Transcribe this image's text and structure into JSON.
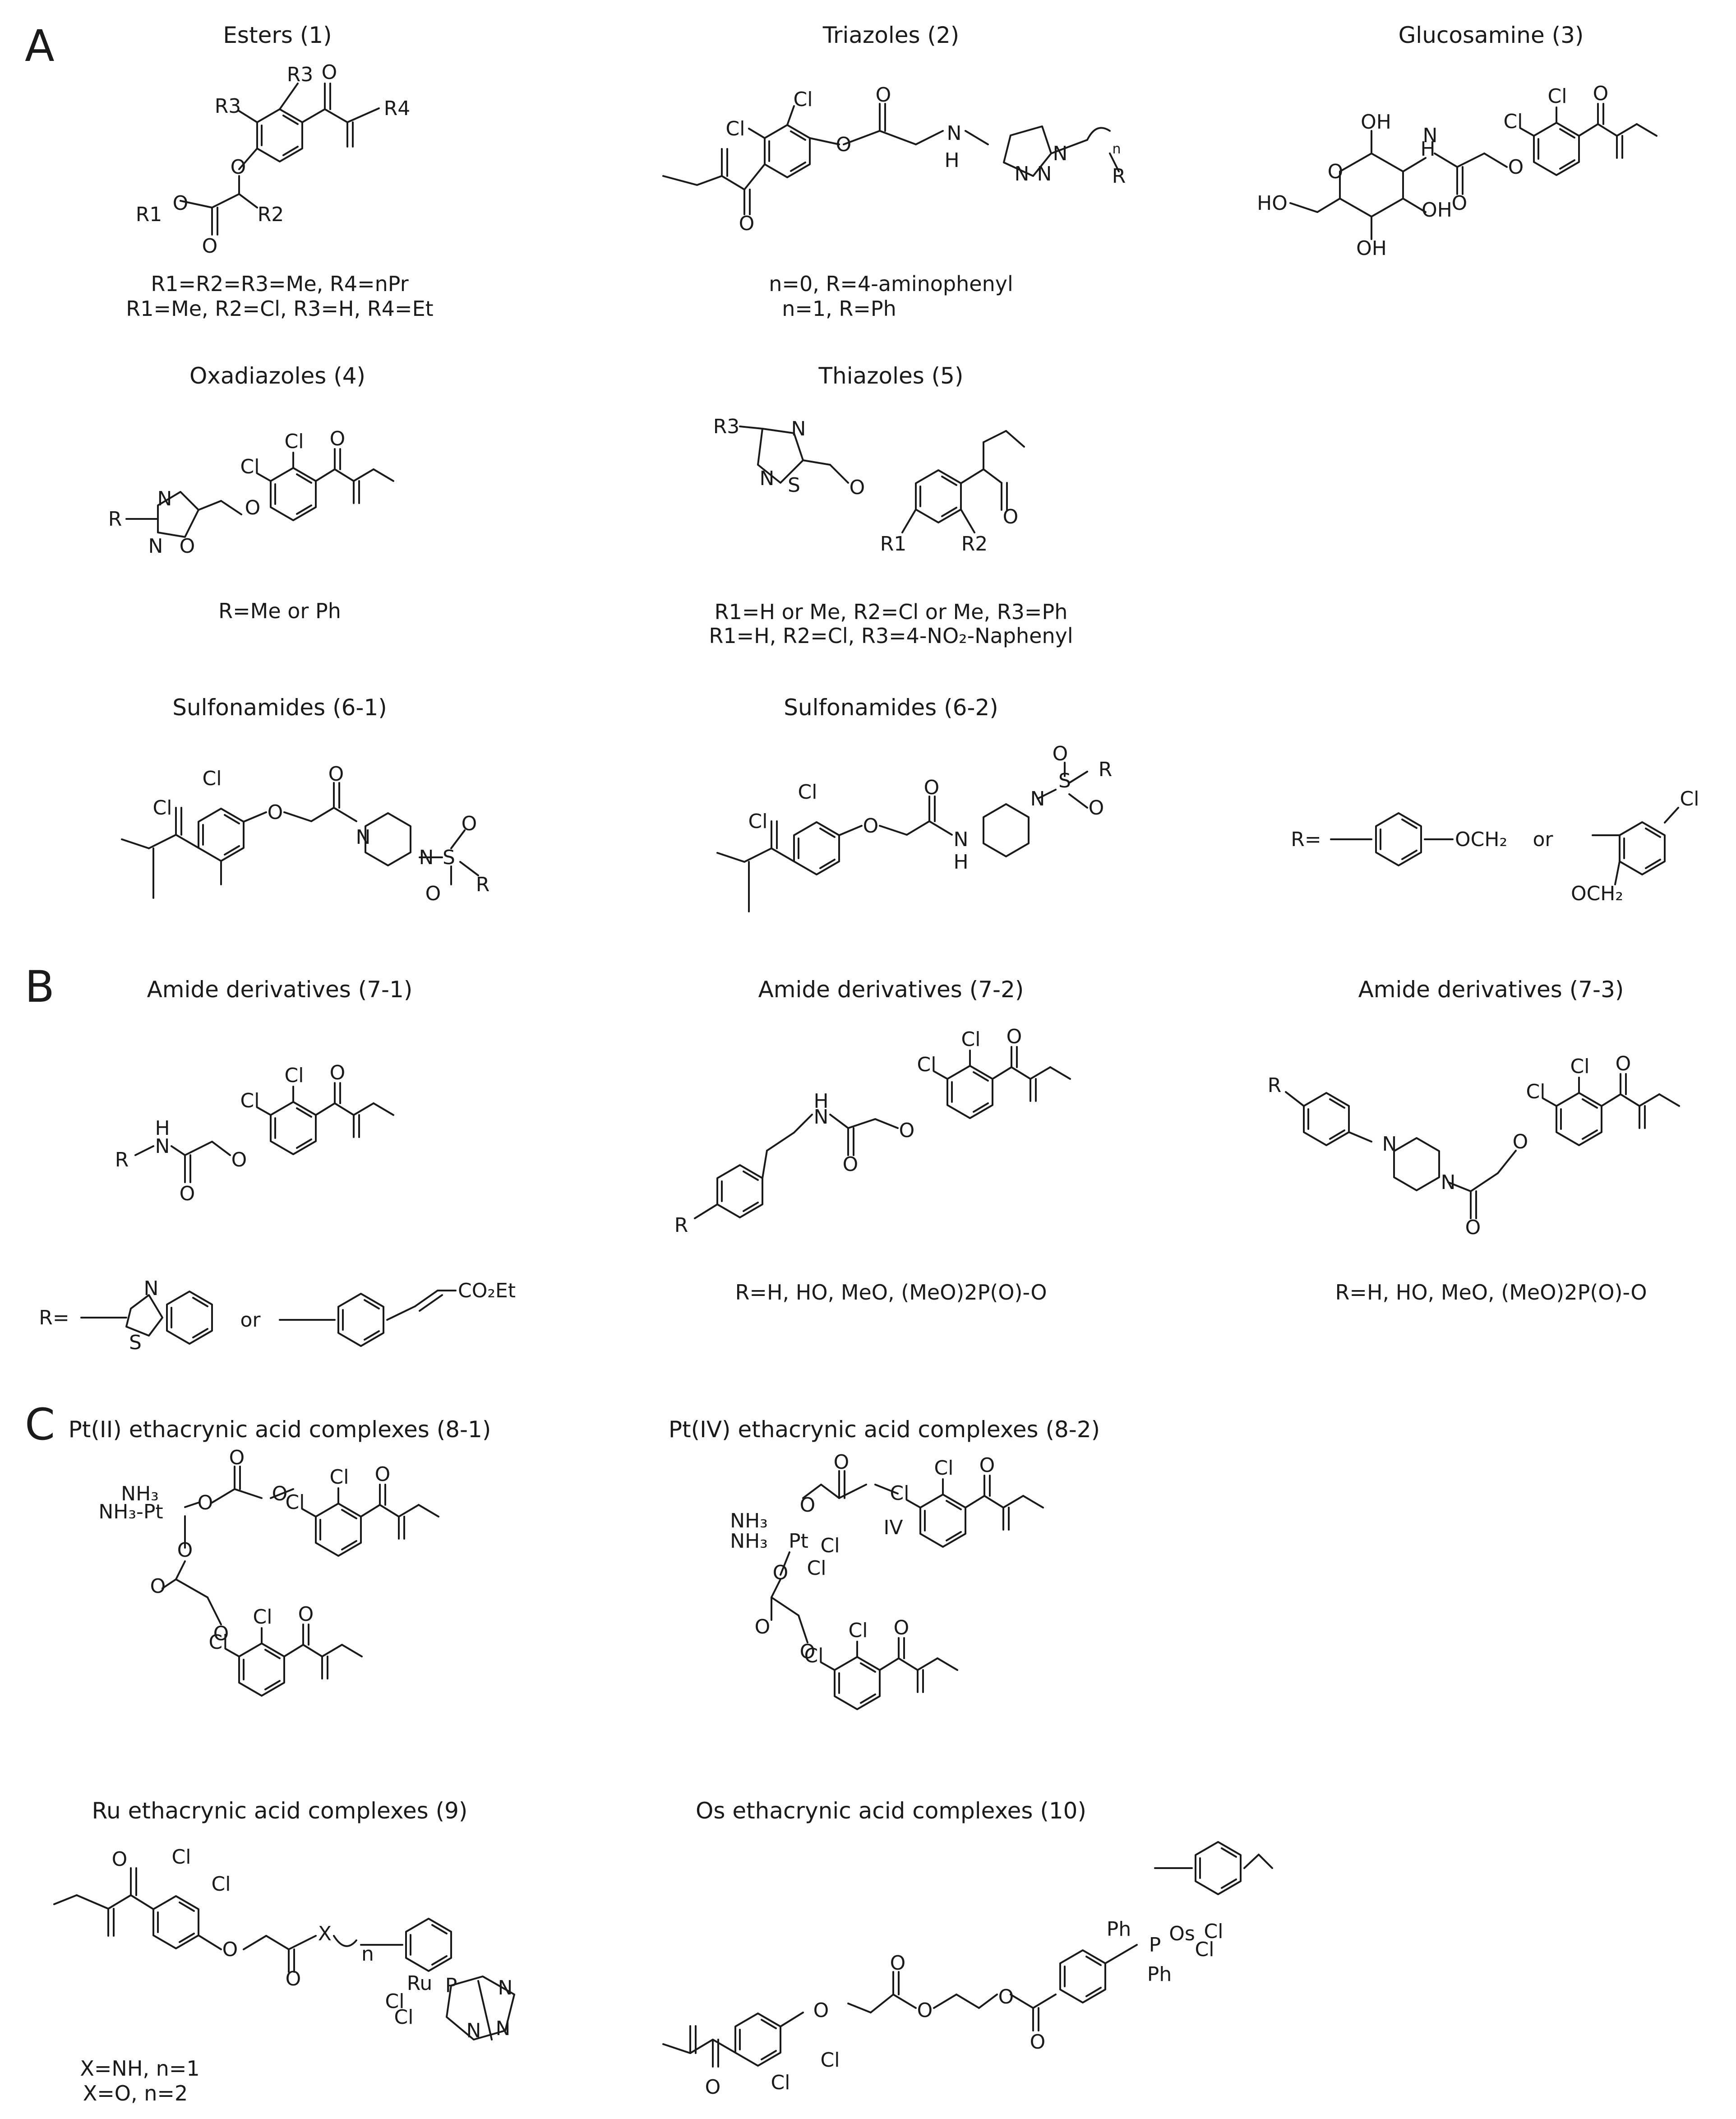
{
  "sections": [
    "A",
    "B",
    "C"
  ],
  "panels": [
    {
      "id": "esters",
      "title": "Esters (1)",
      "captions": [
        "R1=R2=R3=Me, R4=nPr",
        "R1=Me, R2=Cl, R3=H, R4=Et"
      ]
    },
    {
      "id": "triazoles",
      "title": "Triazoles (2)",
      "captions": [
        "n=0, R=4-aminophenyl",
        "n=1, R=Ph"
      ]
    },
    {
      "id": "glucosamine",
      "title": "Glucosamine (3)",
      "captions": []
    },
    {
      "id": "oxadiazoles",
      "title": "Oxadiazoles (4)",
      "captions": [
        "R=Me or Ph"
      ]
    },
    {
      "id": "thiazoles",
      "title": "Thiazoles (5)",
      "captions": [
        "R1=H or Me, R2=Cl or Me, R3=Ph",
        "R1=H, R2=Cl, R3=4-NO₂-Naphenyl"
      ]
    },
    {
      "id": "sulfonamides1",
      "title": "Sulfonamides (6-1)",
      "captions": []
    },
    {
      "id": "sulfonamides2",
      "title": "Sulfonamides (6-2)",
      "captions": []
    },
    {
      "id": "amide1",
      "title": "Amide derivatives (7-1)",
      "captions": []
    },
    {
      "id": "amide2",
      "title": "Amide derivatives (7-2)",
      "captions": [
        "R=H, HO, MeO, (MeO)2P(O)-O"
      ]
    },
    {
      "id": "amide3",
      "title": "Amide derivatives (7-3)",
      "captions": [
        "R=H, HO, MeO, (MeO)2P(O)-O"
      ]
    },
    {
      "id": "pt2",
      "title": "Pt(II) ethacrynic acid complexes (8-1)",
      "captions": []
    },
    {
      "id": "pt4",
      "title": "Pt(IV) ethacrynic acid complexes (8-2)",
      "captions": []
    },
    {
      "id": "ru",
      "title": "Ru ethacrynic acid complexes (9)",
      "captions": [
        "X=NH, n=1",
        "X=O, n=2"
      ]
    },
    {
      "id": "os",
      "title": "Os ethacrynic acid complexes (10)",
      "captions": []
    }
  ],
  "extras": {
    "sulfonyl_r_label": "R=",
    "sulfonyl_r_sub1": "OCH₂",
    "sulfonyl_r_or": "or",
    "sulfonyl_r_sub2": "OCH₂",
    "sulfonyl_r_cl": "Cl",
    "amide_r_label": "R=",
    "amide_r_or": "or",
    "amide_r_ester": "CO₂Et"
  },
  "colors": {
    "ink": "#1a1a1a",
    "background": "#ffffff"
  }
}
